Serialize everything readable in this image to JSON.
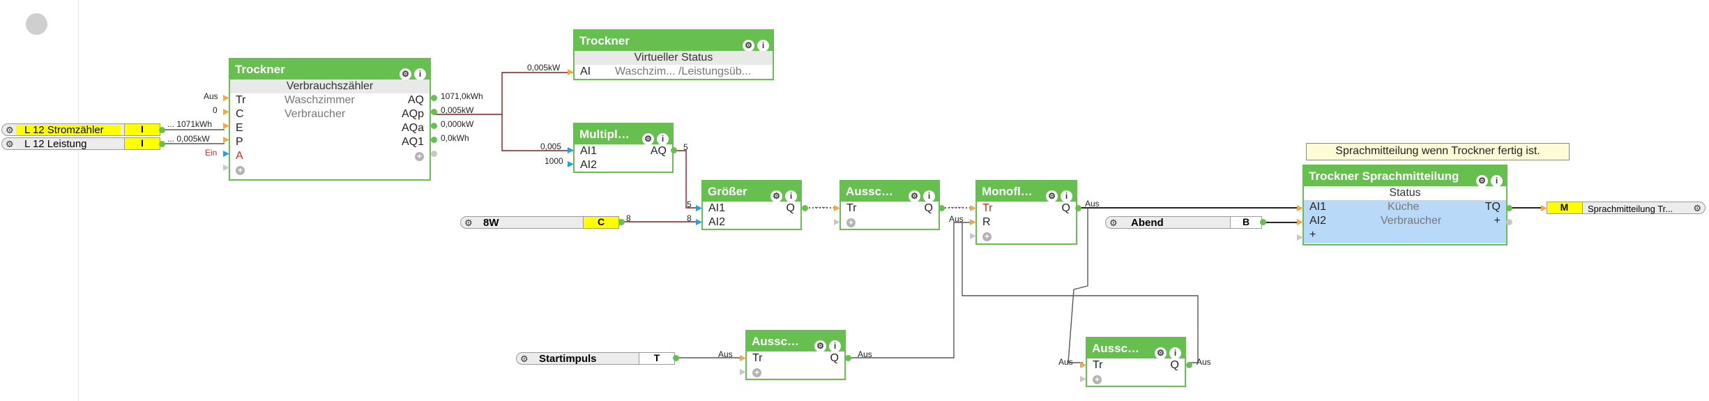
{
  "blocks": {
    "verbrauch": {
      "title": "Trockner",
      "subtitle": "Verbrauchszähler",
      "rows": [
        {
          "l": "Tr",
          "m": "Waschzimmer",
          "r": "AQ"
        },
        {
          "l": "C",
          "m": "Verbraucher",
          "r": "AQp"
        },
        {
          "l": "E",
          "m": "",
          "r": "AQa"
        },
        {
          "l": "P",
          "m": "",
          "r": "AQ1"
        },
        {
          "l": "A",
          "m": "",
          "r": ""
        }
      ]
    },
    "virtuell": {
      "title": "Trockner",
      "subtitle": "Virtueller Status",
      "row_l": "AI",
      "row_m": "Waschzim... /Leistungsüb..."
    },
    "multi": {
      "title": "Multipli...",
      "rows": [
        {
          "l": "AI1",
          "r": "AQ"
        },
        {
          "l": "AI2",
          "r": ""
        }
      ]
    },
    "groesser": {
      "title": "Größer",
      "rows": [
        {
          "l": "AI1",
          "r": "Q"
        },
        {
          "l": "AI2",
          "r": ""
        }
      ]
    },
    "aussch1": {
      "title": "Aussch...",
      "row_l": "Tr",
      "row_r": "Q"
    },
    "monoflop": {
      "title": "Monoflop",
      "rows": [
        {
          "l": "Tr",
          "r": "Q"
        },
        {
          "l": "R",
          "r": ""
        }
      ]
    },
    "aussch2": {
      "title": "Aussch...",
      "row_l": "Tr",
      "row_r": "Q"
    },
    "aussch3": {
      "title": "Aussch...",
      "row_l": "Tr",
      "row_r": "Q"
    },
    "sprach": {
      "title": "Trockner Sprachmitteilung",
      "subtitle": "Status",
      "rows": [
        {
          "l": "AI1",
          "m": "Küche",
          "r": "TQ"
        },
        {
          "l": "AI2",
          "m": "Verbraucher",
          "r": "+"
        }
      ]
    }
  },
  "inputs": {
    "stromzaehler": {
      "label": "L 12 Stromzähler",
      "tag": "I"
    },
    "leistung": {
      "label": "L 12 Leistung",
      "tag": "I"
    },
    "w8": {
      "label": "8W",
      "tag": "C"
    },
    "abend": {
      "label": "Abend",
      "tag": "B"
    },
    "startimpuls": {
      "label": "Startimpuls",
      "tag": "T"
    },
    "sprachout": {
      "label": "Sprachmitteilung Tr...",
      "tag": "M"
    }
  },
  "note": "Sprachmitteilung wenn Trockner fertig ist.",
  "wire_labels": {
    "aus_tr": "Aus",
    "zero": "0",
    "kwh_in": "... 1071kWh",
    "kw_in": "... 0,005kW",
    "ein": "Ein",
    "aq": "1071,0kWh",
    "aqp": "0,005kW",
    "aqa": "0,000kW",
    "aq1": "0,0kWh",
    "virt_in": "0,005kW",
    "multi_in1": "0,005",
    "multi_in2": "1000",
    "multi_out": "5",
    "gr_in1": "5",
    "gr_in2": "8",
    "w8_out": "8",
    "gr_out": "......",
    "au1_out": ".......",
    "mono_r": "Aus",
    "mono_out": "Aus",
    "start_out": "Aus",
    "au2_in": "Aus",
    "au2_out": "Aus",
    "au3_in": "Aus",
    "au3_out": "Aus"
  },
  "colors": {
    "block_green": "#66bf4e",
    "wire_red": "#8b1a1a",
    "highlight_yellow": "#ffff00",
    "sprach_blue": "#b8d9f7"
  }
}
